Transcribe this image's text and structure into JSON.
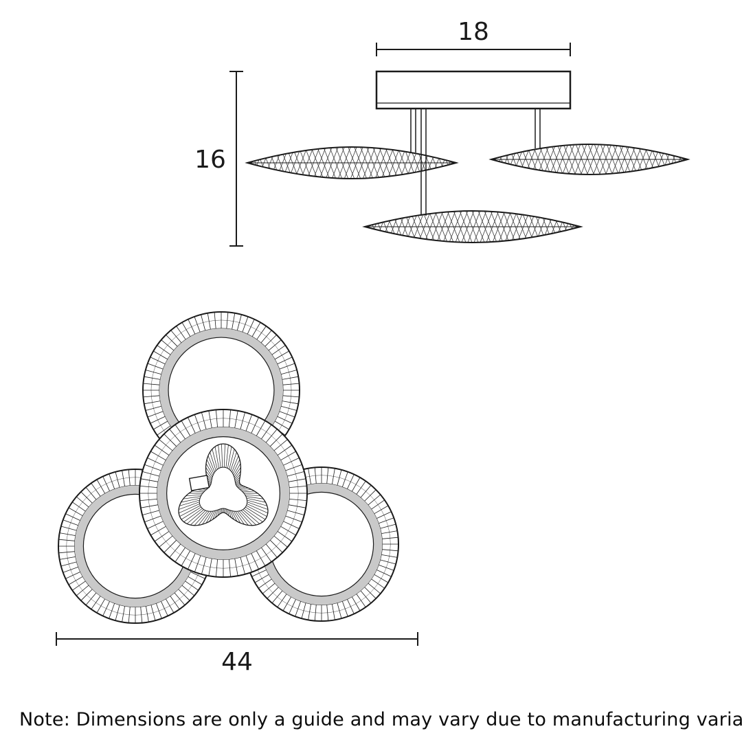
{
  "labels": {
    "canopy_width": "18",
    "fixture_height": "16",
    "overall_width": "44"
  },
  "note": "Note: Dimensions are only a guide and may vary due to manufacturing variations.",
  "colors": {
    "line": "#1a1a1a",
    "band": "#c9c9c9",
    "background": "#ffffff"
  }
}
